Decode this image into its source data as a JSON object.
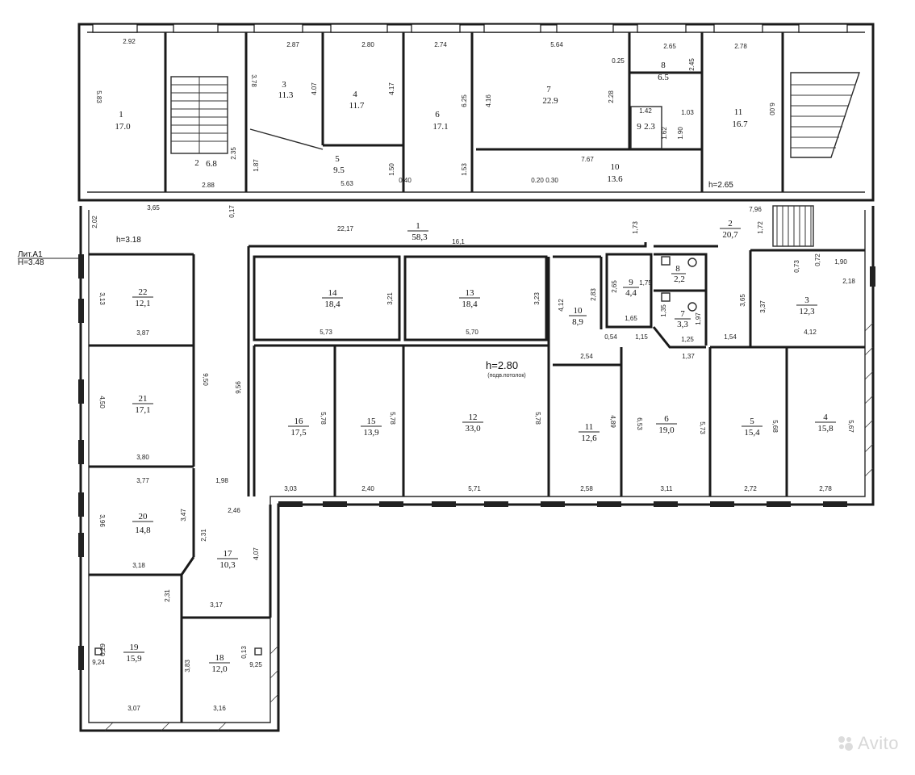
{
  "floor_lower": {
    "label": "Лит.А1",
    "height_H": "H=3.48",
    "ceiling_h": "h=3.18",
    "ceiling_note": "h=2.80",
    "ceiling_note_sub": "(подв.потолок)",
    "rooms": [
      {
        "n": "1",
        "area": "58,3"
      },
      {
        "n": "2",
        "area": "20,7"
      },
      {
        "n": "3",
        "area": "12,3"
      },
      {
        "n": "4",
        "area": "15,8"
      },
      {
        "n": "5",
        "area": "15,4"
      },
      {
        "n": "6",
        "area": "19,0"
      },
      {
        "n": "7",
        "area": "3,3"
      },
      {
        "n": "8",
        "area": "2,2"
      },
      {
        "n": "9",
        "area": "4,4"
      },
      {
        "n": "10",
        "area": "8,9"
      },
      {
        "n": "11",
        "area": "12,6"
      },
      {
        "n": "12",
        "area": "33,0"
      },
      {
        "n": "13",
        "area": "18,4"
      },
      {
        "n": "14",
        "area": "18,4"
      },
      {
        "n": "15",
        "area": "13,9"
      },
      {
        "n": "16",
        "area": "17,5"
      },
      {
        "n": "17",
        "area": "10,3"
      },
      {
        "n": "18",
        "area": "12,0"
      },
      {
        "n": "19",
        "area": "15,9"
      },
      {
        "n": "20",
        "area": "14,8"
      },
      {
        "n": "21",
        "area": "17,1"
      },
      {
        "n": "22",
        "area": "12,1"
      }
    ],
    "dims": [
      "22,17",
      "16,1",
      "3,65",
      "2,02",
      "0,17",
      "1,73",
      "1,72",
      "7,96",
      "0,72",
      "1,90",
      "0,73",
      "2,18",
      "3,13",
      "3,87",
      "4,50",
      "3,80",
      "3,77",
      "3,96",
      "3,47",
      "3,18",
      "1,98",
      "2,46",
      "2,31",
      "4,07",
      "9,50",
      "9,56",
      "5,73",
      "5,70",
      "3,21",
      "3,23",
      "4,12",
      "2,83",
      "2,65",
      "1,75",
      "1,65",
      "1,35",
      "1,97",
      "1,25",
      "1,37",
      "1,15",
      "0,54",
      "2,54",
      "3,65",
      "3,37",
      "4,12",
      "1,54",
      "5,78",
      "5,78",
      "5,78",
      "4,89",
      "6,53",
      "5,73",
      "5,68",
      "5,67",
      "3,03",
      "2,40",
      "5,71",
      "2,58",
      "3,11",
      "2,72",
      "2,78",
      "3,07",
      "3,16",
      "3,83",
      "0,13",
      "9,25",
      "0,29",
      "9,24",
      "2,31",
      "3,17"
    ]
  },
  "floor_upper": {
    "ceiling": "h=2.65",
    "rooms": [
      {
        "n": "1",
        "area": "17.0"
      },
      {
        "n": "2",
        "area": "6.8"
      },
      {
        "n": "3",
        "area": "11.3"
      },
      {
        "n": "4",
        "area": "11.7"
      },
      {
        "n": "5",
        "area": "9.5"
      },
      {
        "n": "6",
        "area": "17.1"
      },
      {
        "n": "7",
        "area": "22.9"
      },
      {
        "n": "8",
        "area": "6.5"
      },
      {
        "n": "9",
        "area": "2.3"
      },
      {
        "n": "10",
        "area": "13.6"
      },
      {
        "n": "11",
        "area": "16.7"
      }
    ],
    "dims": [
      "2.92",
      "5.83",
      "2.88",
      "2.35",
      "1.87",
      "2.87",
      "3.78",
      "4.07",
      "2.80",
      "4.17",
      "2.74",
      "6.25",
      "5.64",
      "4.16",
      "2.28",
      "0.25",
      "2.65",
      "2.45",
      "1.03",
      "1.42",
      "1.62",
      "1.90",
      "2.78",
      "6.00",
      "7.67",
      "1.50",
      "1.53",
      "5.63",
      "0.40",
      "0.30",
      "0.20"
    ]
  },
  "watermark": "Avito"
}
